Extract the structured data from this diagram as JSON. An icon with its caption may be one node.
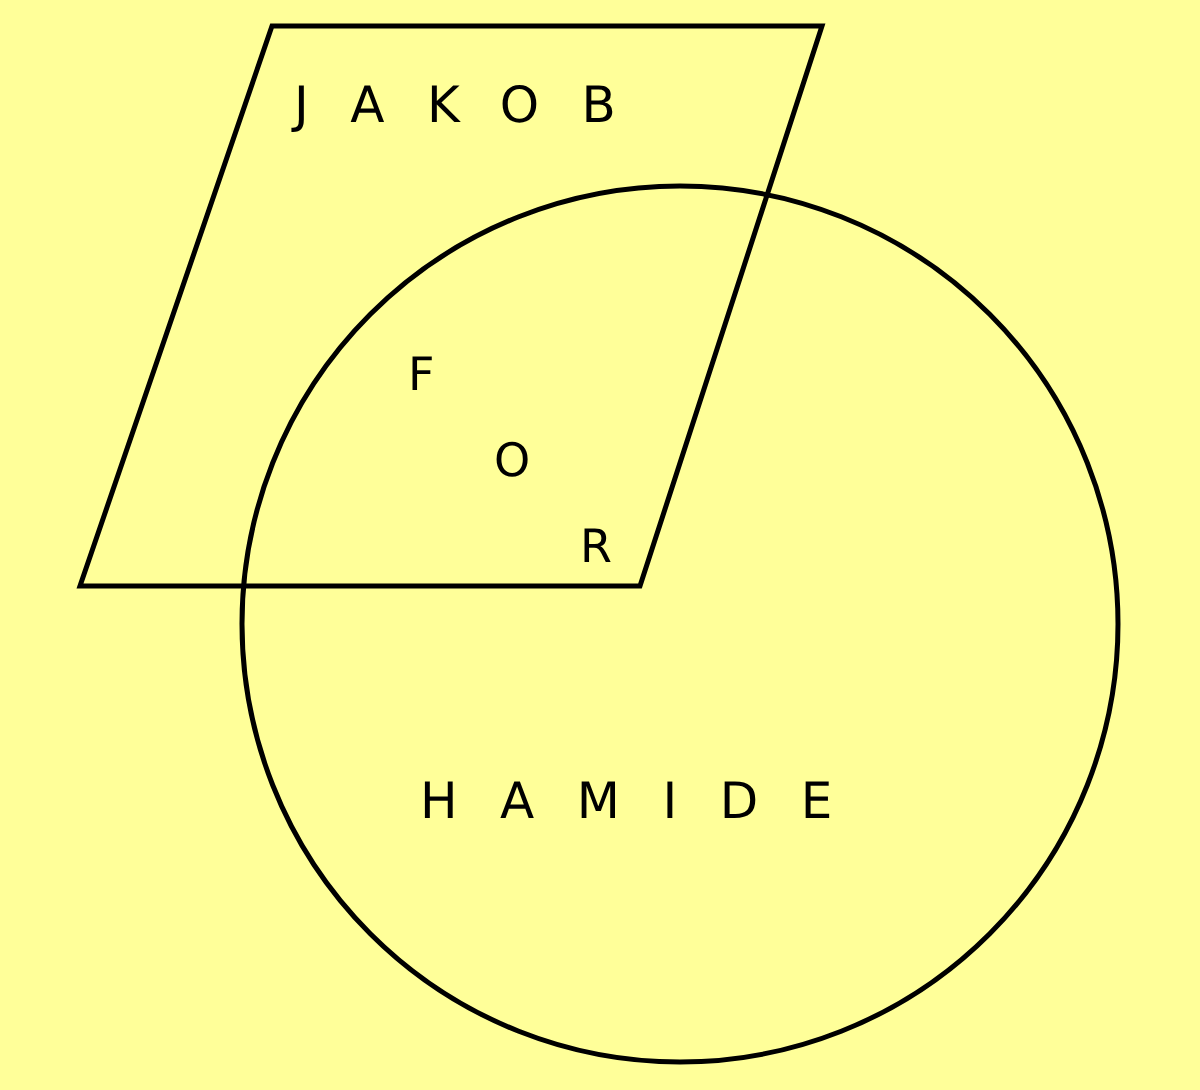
{
  "diagram": {
    "nodes": [
      {
        "text": [
          "JAKOB"
        ]
      },
      {
        "text": [
          "HAMIDE"
        ]
      }
    ],
    "labels": [
      "FOR"
    ]
  }
}
